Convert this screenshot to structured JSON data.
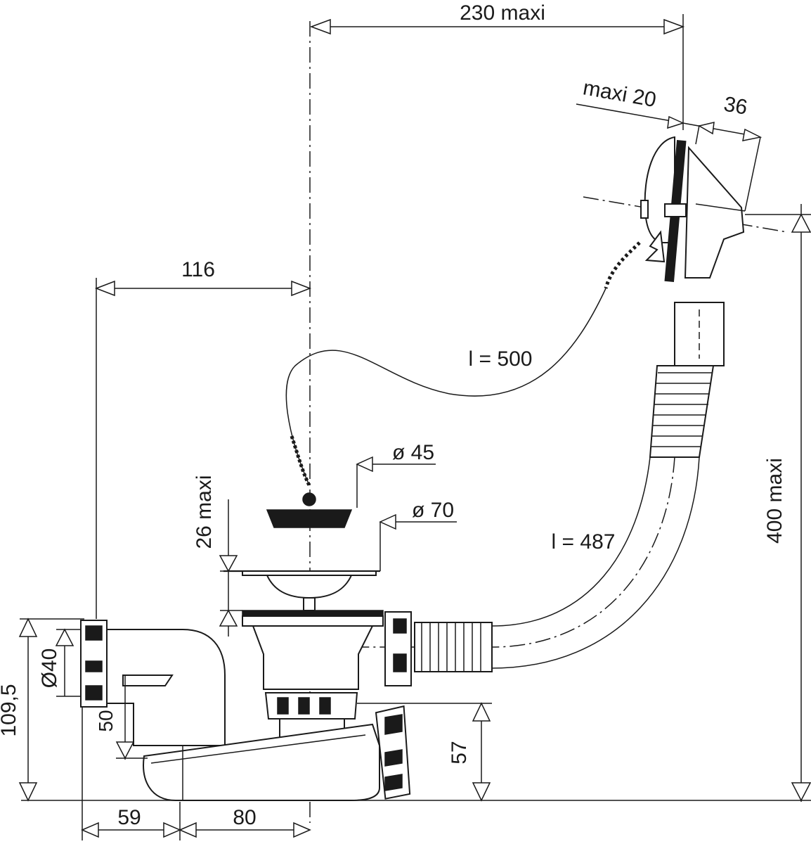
{
  "dimensions": {
    "width_230": "230 maxi",
    "offset_116": "116",
    "overflow_gap": "maxi 20",
    "overflow_depth": "36",
    "chain_length": "l = 500",
    "plug_diameter": "ø 45",
    "strainer_diameter": "ø 70",
    "height_26": "26 maxi",
    "hose_length": "l = 487",
    "height_400": "400 maxi",
    "height_109": "109,5",
    "outlet_diameter": "Ø40",
    "height_50": "50",
    "height_57": "57",
    "width_59": "59",
    "width_80": "80"
  }
}
